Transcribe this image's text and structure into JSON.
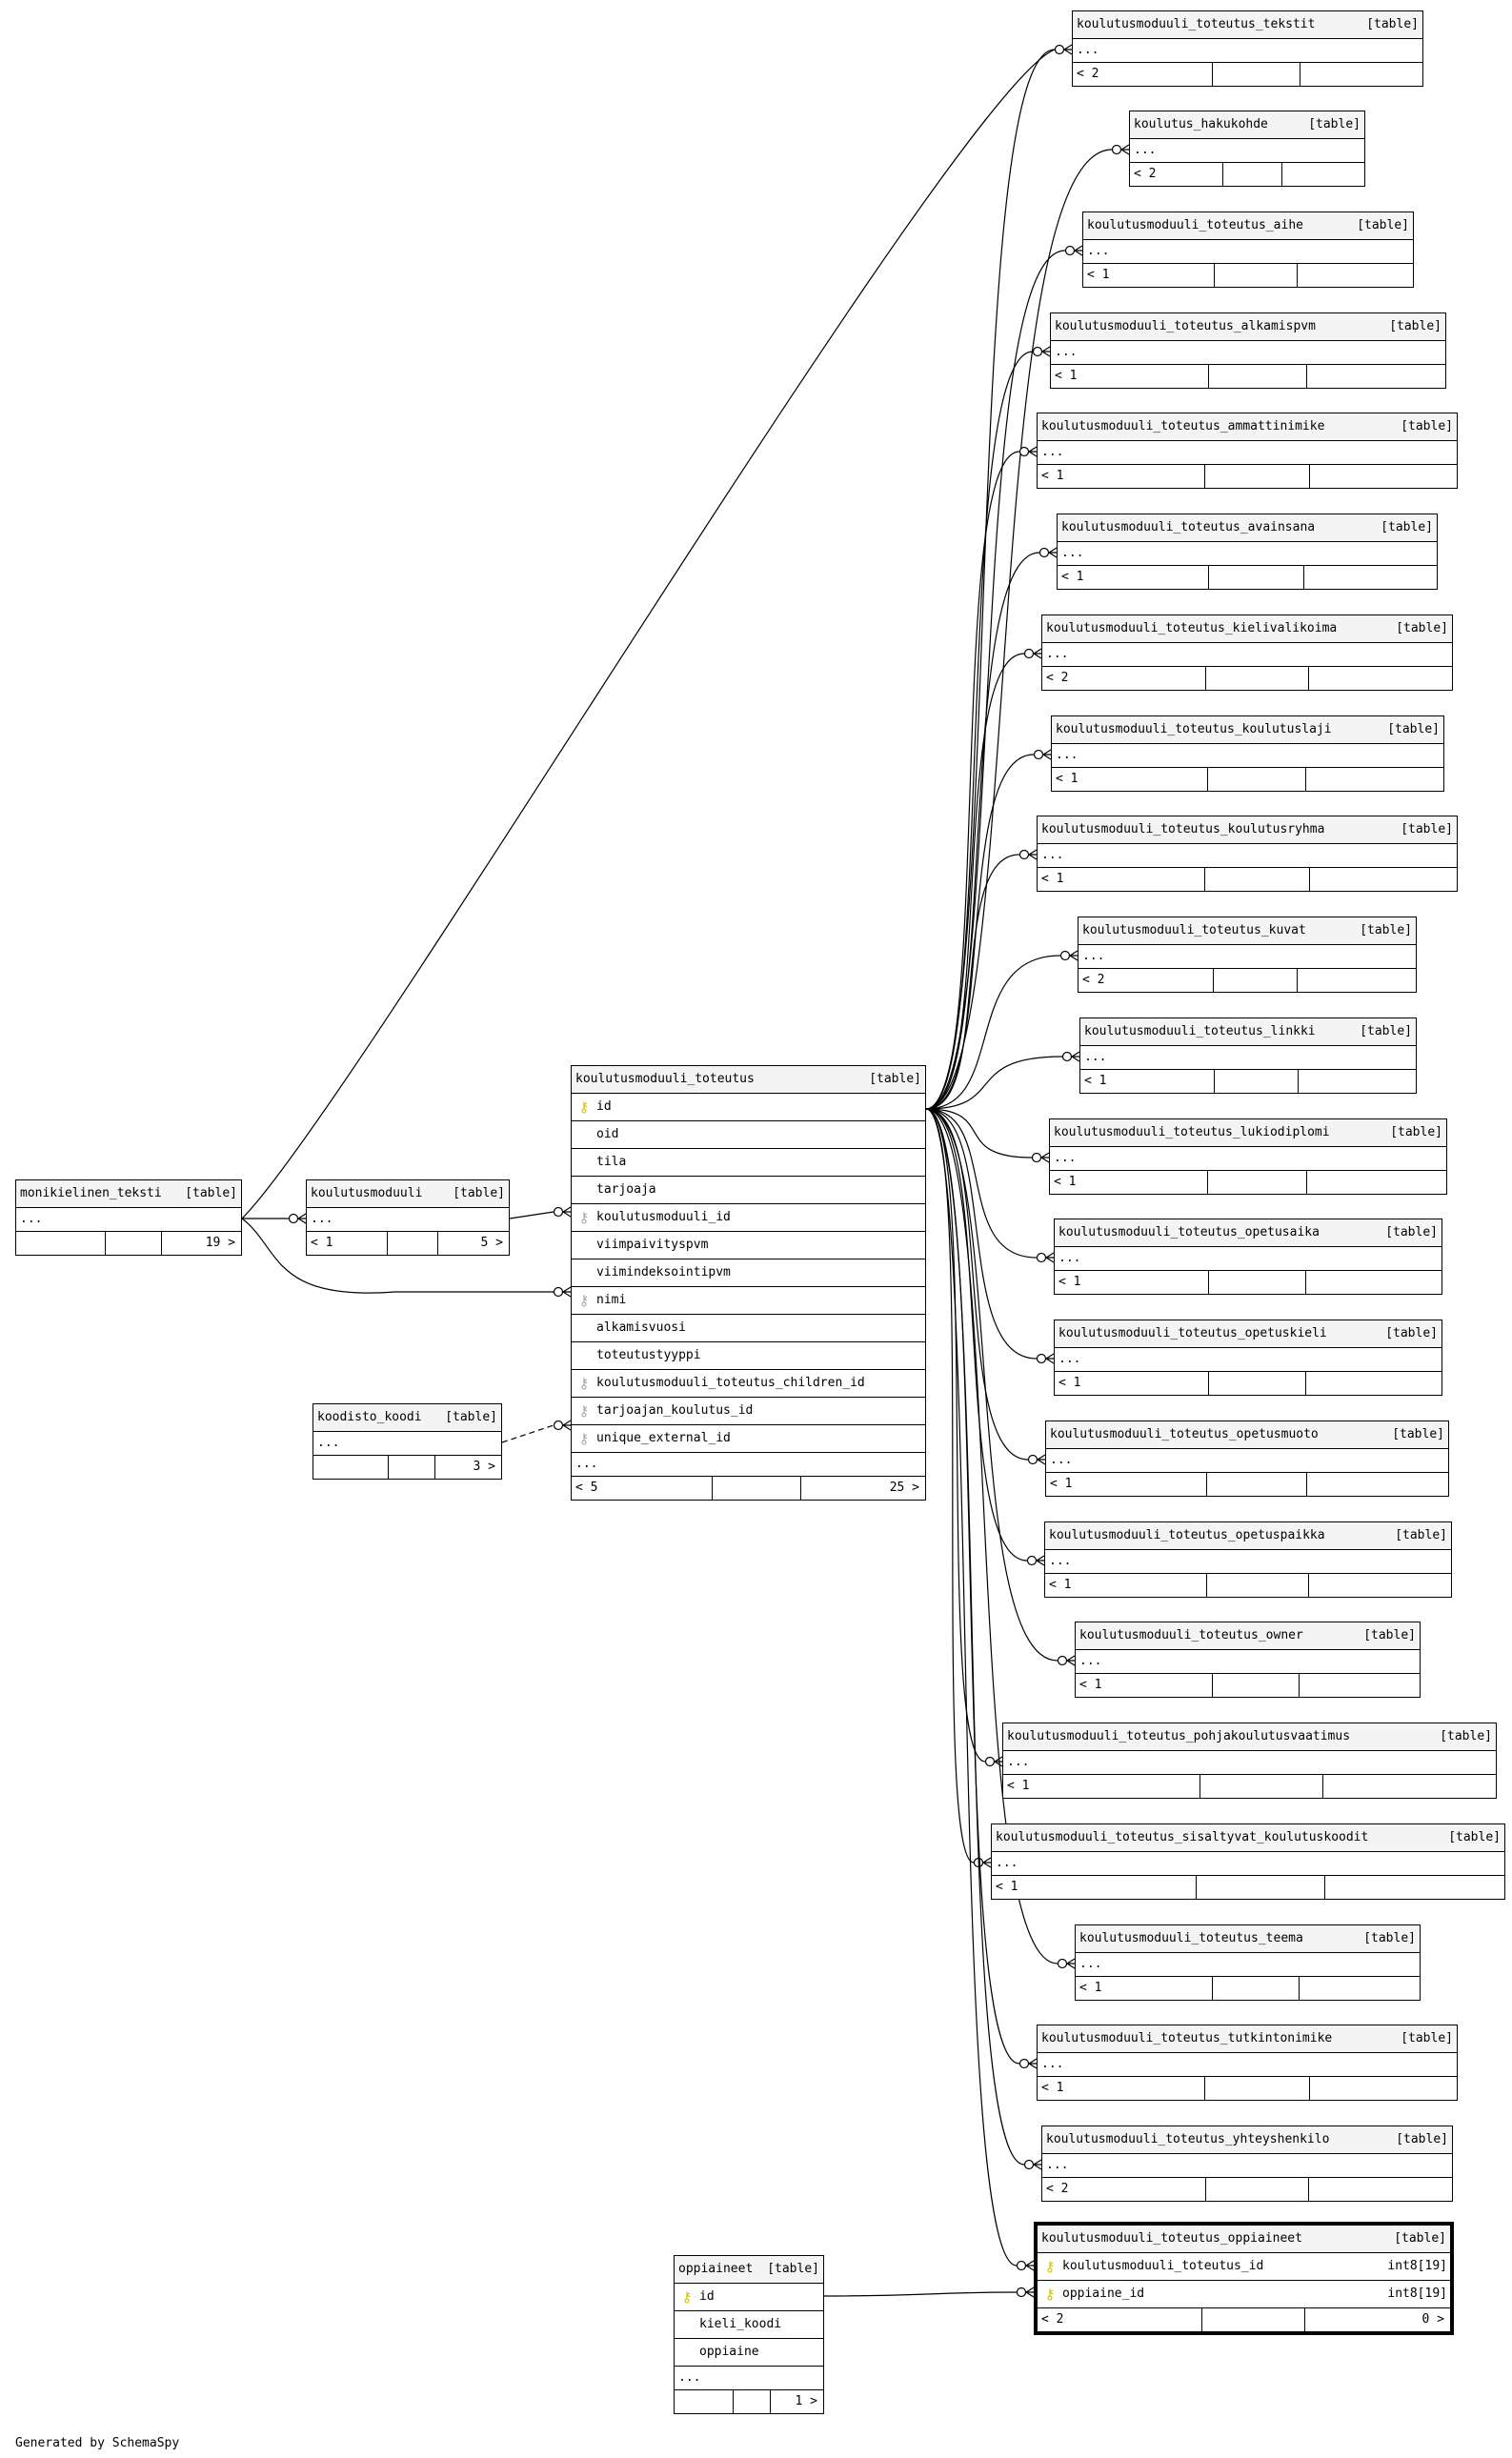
{
  "diagram": {
    "center_table": {
      "name": "koulutusmoduuli_toteutus",
      "kind": "[table]",
      "columns": [
        {
          "name": "id",
          "key": "pk"
        },
        {
          "name": "oid",
          "key": ""
        },
        {
          "name": "tila",
          "key": ""
        },
        {
          "name": "tarjoaja",
          "key": ""
        },
        {
          "name": "koulutusmoduuli_id",
          "key": "fk"
        },
        {
          "name": "viimpaivityspvm",
          "key": ""
        },
        {
          "name": "viimindeksointipvm",
          "key": ""
        },
        {
          "name": "nimi",
          "key": "fk"
        },
        {
          "name": "alkamisvuosi",
          "key": ""
        },
        {
          "name": "toteutustyyppi",
          "key": ""
        },
        {
          "name": "koulutusmoduuli_toteutus_children_id",
          "key": "fk"
        },
        {
          "name": "tarjoajan_koulutus_id",
          "key": "fk"
        },
        {
          "name": "unique_external_id",
          "key": "fk"
        }
      ],
      "ellipsis": "...",
      "footer": {
        "left": "< 5",
        "mid": "",
        "right": "25 >"
      }
    },
    "left_tables": [
      {
        "id": "monikielinen_teksti",
        "name": "monikielinen_teksti",
        "kind": "[table]",
        "ellipsis": "...",
        "footer": {
          "left": "",
          "mid": "",
          "right": "19 >"
        }
      },
      {
        "id": "koulutusmoduuli",
        "name": "koulutusmoduuli",
        "kind": "[table]",
        "ellipsis": "...",
        "footer": {
          "left": "< 1",
          "mid": "",
          "right": "5 >"
        }
      },
      {
        "id": "koodisto_koodi",
        "name": "koodisto_koodi",
        "kind": "[table]",
        "ellipsis": "...",
        "footer": {
          "left": "",
          "mid": "",
          "right": "3 >"
        }
      }
    ],
    "oppiaineet": {
      "name": "oppiaineet",
      "kind": "[table]",
      "columns": [
        {
          "name": "id",
          "key": "pk"
        },
        {
          "name": "kieli_koodi",
          "key": ""
        },
        {
          "name": "oppiaine",
          "key": ""
        }
      ],
      "ellipsis": "...",
      "footer": {
        "left": "",
        "mid": "",
        "right": "1 >"
      }
    },
    "right_tables": [
      {
        "name": "koulutusmoduuli_toteutus_tekstit",
        "kind": "[table]",
        "ellipsis": "...",
        "footer": "< 2"
      },
      {
        "name": "koulutus_hakukohde",
        "kind": "[table]",
        "ellipsis": "...",
        "footer": "< 2"
      },
      {
        "name": "koulutusmoduuli_toteutus_aihe",
        "kind": "[table]",
        "ellipsis": "...",
        "footer": "< 1"
      },
      {
        "name": "koulutusmoduuli_toteutus_alkamispvm",
        "kind": "[table]",
        "ellipsis": "...",
        "footer": "< 1"
      },
      {
        "name": "koulutusmoduuli_toteutus_ammattinimike",
        "kind": "[table]",
        "ellipsis": "...",
        "footer": "< 1"
      },
      {
        "name": "koulutusmoduuli_toteutus_avainsana",
        "kind": "[table]",
        "ellipsis": "...",
        "footer": "< 1"
      },
      {
        "name": "koulutusmoduuli_toteutus_kielivalikoima",
        "kind": "[table]",
        "ellipsis": "...",
        "footer": "< 2"
      },
      {
        "name": "koulutusmoduuli_toteutus_koulutuslaji",
        "kind": "[table]",
        "ellipsis": "...",
        "footer": "< 1"
      },
      {
        "name": "koulutusmoduuli_toteutus_koulutusryhma",
        "kind": "[table]",
        "ellipsis": "...",
        "footer": "< 1"
      },
      {
        "name": "koulutusmoduuli_toteutus_kuvat",
        "kind": "[table]",
        "ellipsis": "...",
        "footer": "< 2"
      },
      {
        "name": "koulutusmoduuli_toteutus_linkki",
        "kind": "[table]",
        "ellipsis": "...",
        "footer": "< 1"
      },
      {
        "name": "koulutusmoduuli_toteutus_lukiodiplomi",
        "kind": "[table]",
        "ellipsis": "...",
        "footer": "< 1"
      },
      {
        "name": "koulutusmoduuli_toteutus_opetusaika",
        "kind": "[table]",
        "ellipsis": "...",
        "footer": "< 1"
      },
      {
        "name": "koulutusmoduuli_toteutus_opetuskieli",
        "kind": "[table]",
        "ellipsis": "...",
        "footer": "< 1"
      },
      {
        "name": "koulutusmoduuli_toteutus_opetusmuoto",
        "kind": "[table]",
        "ellipsis": "...",
        "footer": "< 1"
      },
      {
        "name": "koulutusmoduuli_toteutus_opetuspaikka",
        "kind": "[table]",
        "ellipsis": "...",
        "footer": "< 1"
      },
      {
        "name": "koulutusmoduuli_toteutus_owner",
        "kind": "[table]",
        "ellipsis": "...",
        "footer": "< 1"
      },
      {
        "name": "koulutusmoduuli_toteutus_pohjakoulutusvaatimus",
        "kind": "[table]",
        "ellipsis": "...",
        "footer": "< 1"
      },
      {
        "name": "koulutusmoduuli_toteutus_sisaltyvat_koulutuskoodit",
        "kind": "[table]",
        "ellipsis": "...",
        "footer": "< 1"
      },
      {
        "name": "koulutusmoduuli_toteutus_teema",
        "kind": "[table]",
        "ellipsis": "...",
        "footer": "< 1"
      },
      {
        "name": "koulutusmoduuli_toteutus_tutkintonimike",
        "kind": "[table]",
        "ellipsis": "...",
        "footer": "< 1"
      },
      {
        "name": "koulutusmoduuli_toteutus_yhteyshenkilo",
        "kind": "[table]",
        "ellipsis": "...",
        "footer": "< 2"
      }
    ],
    "focus_table": {
      "name": "koulutusmoduuli_toteutus_oppiaineet",
      "kind": "[table]",
      "columns": [
        {
          "name": "koulutusmoduuli_toteutus_id",
          "type": "int8[19]",
          "key": "pk"
        },
        {
          "name": "oppiaine_id",
          "type": "int8[19]",
          "key": "pk"
        }
      ],
      "footer": {
        "left": "< 2",
        "mid": "",
        "right": "0 >"
      }
    },
    "generated_by": "Generated by SchemaSpy"
  }
}
